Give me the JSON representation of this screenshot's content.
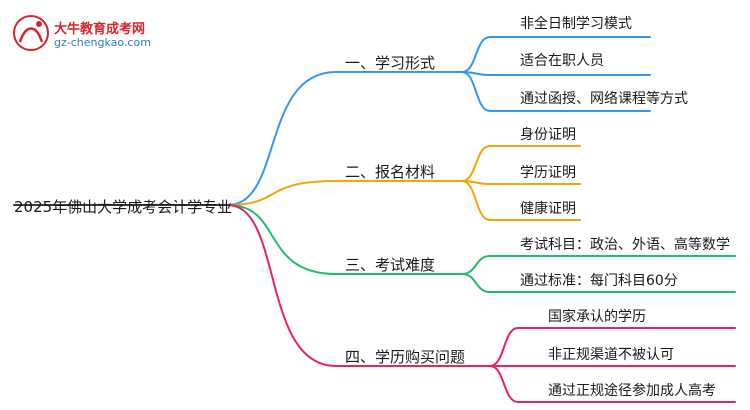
{
  "logo": {
    "name": "大牛教育成考网",
    "url": "gz-chengkao.com",
    "mark_text": "大牛"
  },
  "root": {
    "label": "2025年佛山大学成考会计学专业"
  },
  "branches": [
    {
      "label": "一、学习形式",
      "color": "#3399ee",
      "leaves": [
        "非全日制学习模式",
        "适合在职人员",
        "通过函授、网络课程等方式"
      ]
    },
    {
      "label": "二、报名材料",
      "color": "#f5a30a",
      "leaves": [
        "身份证明",
        "学历证明",
        "健康证明"
      ]
    },
    {
      "label": "三、考试难度",
      "color": "#1fbf6a",
      "leaves": [
        "考试科目：政治、外语、高等数学",
        "通过标准：每门科目60分"
      ]
    },
    {
      "label": "四、学历购买问题",
      "color": "#e8226a",
      "leaves": [
        "国家承认的学历",
        "非正规渠道不被认可",
        "通过正规途径参加成人高考"
      ]
    }
  ]
}
